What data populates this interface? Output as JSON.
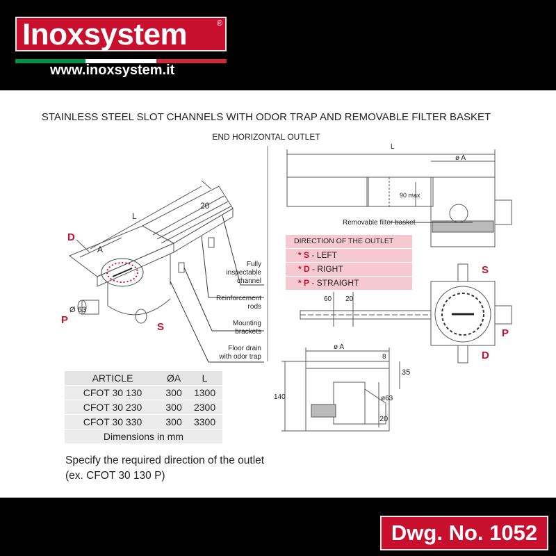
{
  "header": {
    "logo_text": "Inoxsystem",
    "logo_mark": "®",
    "url": "www.inoxsystem.it"
  },
  "title": "STAINLESS STEEL SLOT CHANNELS WITH ODOR TRAP AND REMOVABLE FILTER BASKET",
  "subtitle": "END HORIZONTAL OUTLET",
  "callouts": {
    "fully_inspectable": "Fully\ninspectable\nchannel",
    "reinforcement": "Reinforcement\nrods",
    "mounting": "Mounting\nbrackets",
    "floor_drain": "Floor drain\nwith odor trap",
    "filter_basket": "Removable filter basket"
  },
  "iso_dims": {
    "L": "L",
    "A": "A",
    "d63": "Ø 63",
    "d20": "20"
  },
  "letters": {
    "D": "D",
    "P": "P",
    "S": "S"
  },
  "direction": {
    "heading": "DIRECTION OF THE OUTLET",
    "rows": [
      {
        "code": "S",
        "label": " - LEFT"
      },
      {
        "code": "D",
        "label": " - RIGHT"
      },
      {
        "code": "P",
        "label": " - STRAIGHT"
      }
    ]
  },
  "top_view_dims": {
    "L": "L",
    "A": "ø A",
    "h90": "90 max"
  },
  "plan_dims": {
    "d60": "60",
    "d20": "20"
  },
  "section_dims": {
    "A": "ø A",
    "d8": "8",
    "d35": "35",
    "d140": "140",
    "d63": "ø63",
    "d20": "20"
  },
  "table": {
    "headers": [
      "ARTICLE",
      "ØA",
      "L"
    ],
    "rows": [
      [
        "CFOT 30 130",
        "300",
        "1300"
      ],
      [
        "CFOT 30 230",
        "300",
        "2300"
      ],
      [
        "CFOT 30 330",
        "300",
        "3300"
      ]
    ],
    "footer": "Dimensions in mm"
  },
  "note_line1": "Specify the required direction of the outlet",
  "note_line2": "(ex. CFOT 30 130 P)",
  "drawing_number": "Dwg. No. 1052",
  "colors": {
    "brand_red": "#c8102e",
    "pink": "#f6c9d0",
    "line": "#555555"
  }
}
